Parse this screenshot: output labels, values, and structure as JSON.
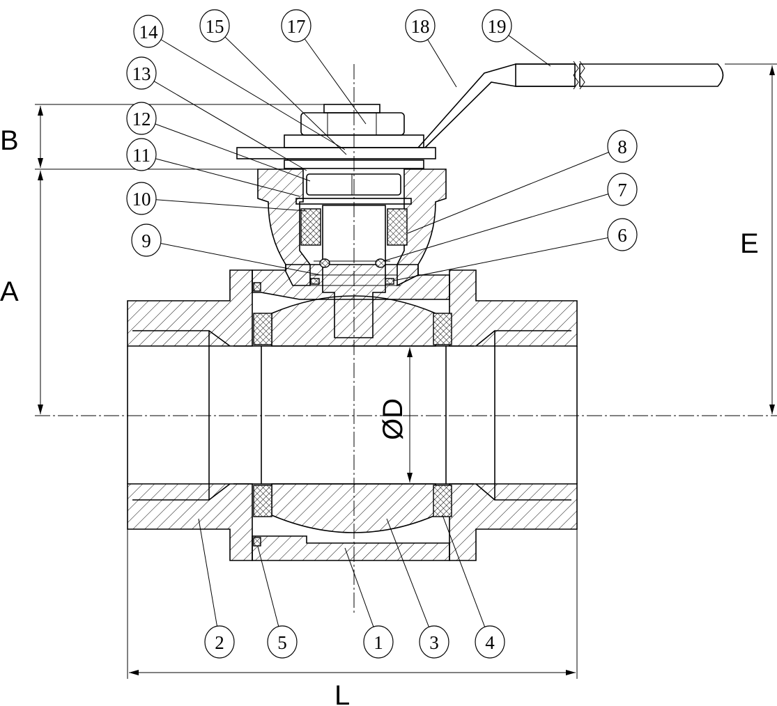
{
  "title": "Ball valve sectional drawing",
  "dimensions": {
    "A": "A",
    "B": "B",
    "E": "E",
    "L": "L",
    "D": "ØD"
  },
  "parts": [
    "1",
    "2",
    "3",
    "4",
    "5",
    "6",
    "7",
    "8",
    "9",
    "10",
    "11",
    "12",
    "13",
    "14",
    "15",
    "17",
    "18",
    "19"
  ],
  "colors": {
    "ink": "#000000",
    "paper": "#ffffff"
  }
}
